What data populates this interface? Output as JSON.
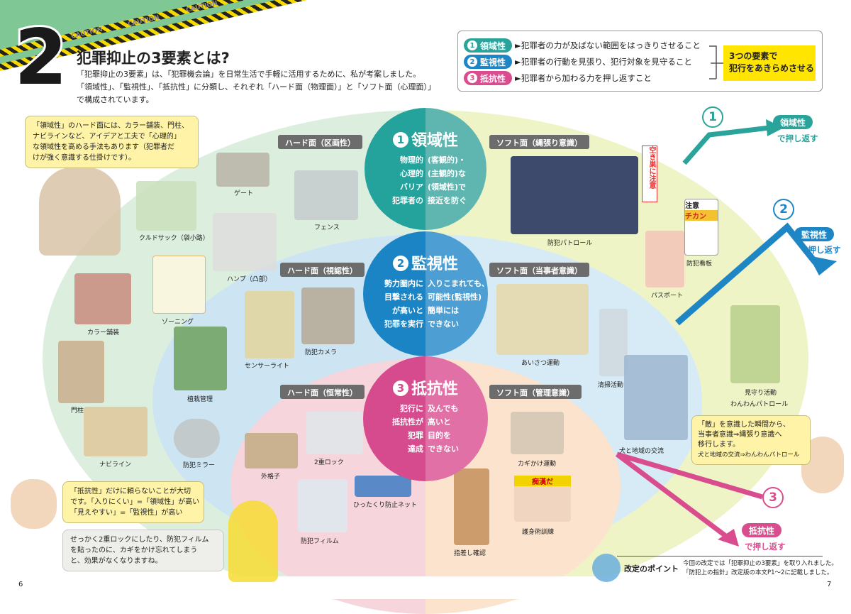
{
  "header": {
    "section_number": "2",
    "caution": [
      "CAUTION",
      "CAUTION",
      "CAUTION"
    ],
    "title": "犯罪抑止の3要素とは?",
    "intro": [
      "「犯罪抑止の3要素」は、「犯罪機会論」を日常生活で手軽に活用するために、私が考案しました。",
      "「領域性」、「監視性」、「抵抗性」に分類し、それぞれ「ハード面（物理面）」と「ソフト面（心理面）」",
      "で構成されています。"
    ]
  },
  "summary": {
    "rows": [
      {
        "num": "1",
        "label": "領域性",
        "text": "►犯罪者の力が及ばない範囲をはっきりさせること",
        "color": "#2aa49a"
      },
      {
        "num": "2",
        "label": "監視性",
        "text": "►犯罪者の行動を見張り、犯行対象を見守ること",
        "color": "#1f86c6"
      },
      {
        "num": "3",
        "label": "抵抗性",
        "text": "►犯罪者から加わる力を押し返すこと",
        "color": "#d94d8f"
      }
    ],
    "conclusion": [
      "3つの要素で",
      "犯行をあきらめさせる"
    ]
  },
  "circles": [
    {
      "num": "1",
      "title": "領域性",
      "left": [
        "物理的",
        "心理的",
        "バリア",
        "犯罪者の"
      ],
      "right": [
        "(客観的)・",
        "(主観的)な",
        "(領域性)で",
        "接近を防ぐ"
      ]
    },
    {
      "num": "2",
      "title": "監視性",
      "left": [
        "勢力圏内に",
        "目撃される",
        "が高いと",
        "犯罪を実行"
      ],
      "right": [
        "入りこまれても、",
        "可能性(監視性)",
        "簡単には",
        "できない"
      ]
    },
    {
      "num": "3",
      "title": "抵抗性",
      "left": [
        "犯行に",
        "抵抗性が",
        "犯罪",
        "達成"
      ],
      "right": [
        "及んでも",
        "高いと",
        "目的を",
        "できない"
      ]
    }
  ],
  "sections": [
    "ハード面（区画性）",
    "ソフト面（縄張り意識）",
    "ハード面（視認性）",
    "ソフト面（当事者意識）",
    "ハード面（恒常性）",
    "ソフト面（管理意識）"
  ],
  "labels": [
    "ゲート",
    "フェンス",
    "クルドサック（袋小路）",
    "ハンプ（凸部）",
    "ゾーニング",
    "カラー舗装",
    "門柱",
    "植栽管理",
    "センサーライト",
    "防犯カメラ",
    "ナビライン",
    "防犯ミラー",
    "外格子",
    "2重ロック",
    "防犯フィルム",
    "ひったくり防止ネット",
    "防犯パトロール",
    "防犯看板",
    "パスポート",
    "あいさつ運動",
    "清掃活動",
    "見守り活動",
    "わんわんパトロール",
    "犬と地域の交流",
    "カギかけ運動",
    "護身術訓練",
    "指差し確認"
  ],
  "signs": {
    "banner": "空き巣に注意",
    "board_top": "注意",
    "board_sign": "チカン",
    "chikan": "痴漢だ"
  },
  "bubbles": {
    "top_left": [
      "「領域性」のハード面には、カラー舗装、門柱、",
      "ナビラインなど、アイデアと工夫で「心理的」",
      "な領域性を高める手法もあります（犯罪者だ",
      "けが強く意識する仕掛けです）。"
    ],
    "bottom_left": [
      "「抵抗性」だけに頼らないことが大切",
      "です。「入りにくい」=「領域性」が高い",
      "「見えやすい」=「監視性」が高い"
    ],
    "mascot": [
      "せっかく2重ロックにしたり、防犯フィルム",
      "を貼ったのに、カギをかけ忘れてしまう",
      "と、効果がなくなりますね。"
    ],
    "right": [
      "「敵」を意識した瞬間から、",
      "当事者意識⇒縄張り意識へ",
      "移行します。",
      "犬と地域の交流⇒わんわんパトロール"
    ]
  },
  "arrows": [
    {
      "num": "1",
      "label": "領域性",
      "push": "で押し返す",
      "color": "#2aa49a"
    },
    {
      "num": "2",
      "label": "監視性",
      "push": "で押し返す",
      "color": "#1f86c6"
    },
    {
      "num": "3",
      "label": "抵抗性",
      "push": "で押し返す",
      "color": "#d94d8f"
    }
  ],
  "footer": {
    "point_label": "改定のポイント",
    "point_text": [
      "今回の改定では「犯罪抑止の3要素」を取り入れました。",
      "「防犯上の指針」改定版の本文P1〜2に記載しました。"
    ],
    "page_left": "6",
    "page_right": "7"
  }
}
